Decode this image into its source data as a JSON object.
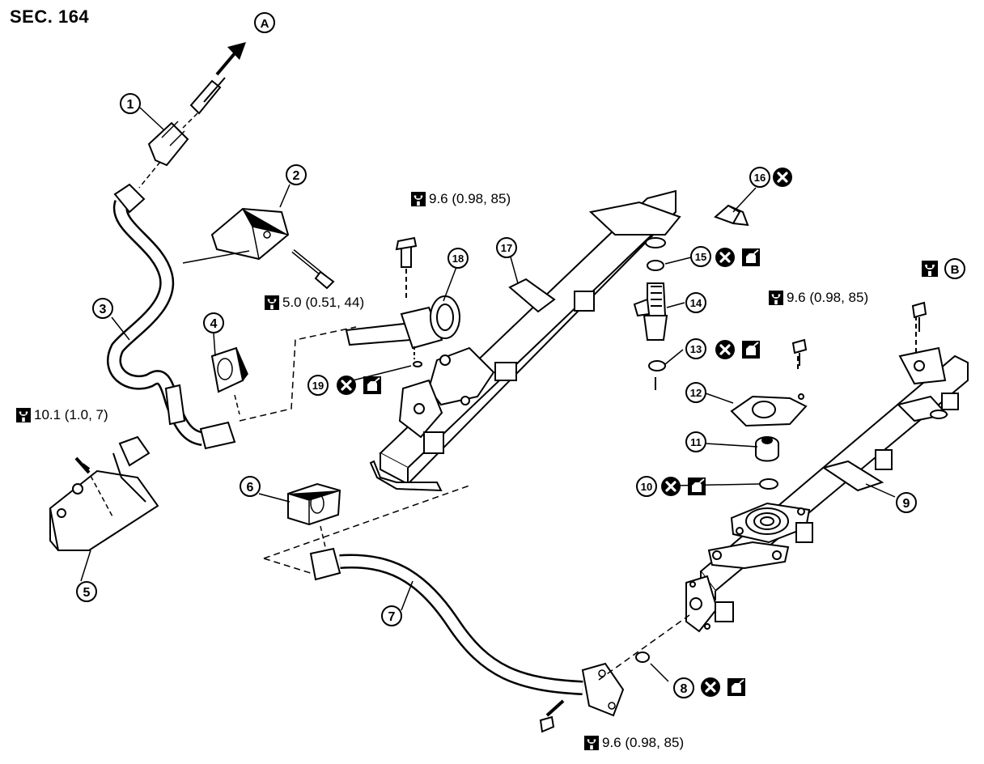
{
  "diagram": {
    "section": "SEC. 164",
    "refs": {
      "a": "A",
      "b": "B"
    },
    "torques": {
      "clip_bolt": "5.0 (0.51, 44)",
      "bracket_bolt": "10.1 (1.0, 7)",
      "regulator_bolt": "9.6 (0.98, 85)",
      "rail_bolt": "9.6 (0.98, 85)",
      "pipe_bolt": "9.6 (0.98, 85)"
    },
    "parts": [
      "1",
      "2",
      "3",
      "4",
      "5",
      "6",
      "7",
      "8",
      "9",
      "10",
      "11",
      "12",
      "13",
      "14",
      "15",
      "16",
      "17",
      "18",
      "19"
    ],
    "icons": {
      "torque": "torque-wrench-icon",
      "replace": "do-not-reuse-x-icon",
      "lubricate": "oil-can-icon"
    }
  }
}
